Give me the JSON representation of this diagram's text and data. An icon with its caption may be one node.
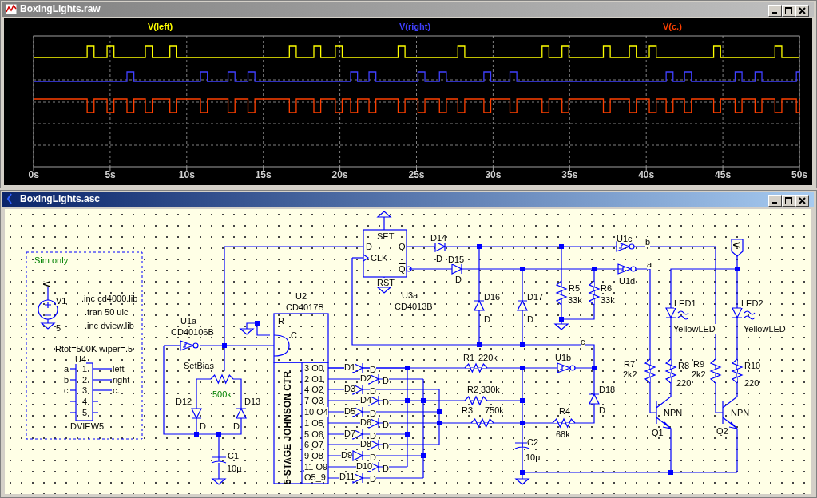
{
  "diagram": {
    "labels": [
      "BoxingLights.raw",
      "V(left)",
      "V(right)",
      "V(c.)",
      "0s",
      "5s",
      "10s",
      "15s",
      "20s",
      "25s",
      "30s",
      "35s",
      "40s",
      "45s",
      "50s",
      "BoxingLights.asc",
      "Sim only",
      "V",
      "V1",
      ".inc cd4000.lib",
      ".tran 50 uic",
      "5",
      ".inc dview.lib",
      "Rtot=500K wiper=.5",
      "U4",
      "1",
      "2",
      "3",
      "4",
      "5",
      "a",
      "b",
      "c",
      "left",
      "right",
      "c.",
      "DVIEW5",
      "U1a",
      "CD40106B",
      "SetBias",
      "500k",
      "D12",
      "D",
      "D13",
      "D",
      "C1",
      "10µ",
      "U2",
      "CD4017B",
      "R",
      "C",
      "5-STAGE JOHNSON CTR",
      "3 O0",
      "2 O1",
      "4 O2",
      "7 Q3",
      "10 O4",
      "1 O5",
      "5 O6",
      "6 O7",
      "9 O8",
      "11 O9",
      "O5_9",
      "D1",
      "D",
      "D2",
      "D",
      "D3",
      "D",
      "D4",
      "D",
      "D5",
      "D",
      "D6",
      "D",
      "D7",
      "D",
      "D8",
      "D",
      "D9",
      "D",
      "D10",
      "D",
      "D11",
      "D",
      "SET",
      "D",
      "CLK",
      "Q",
      "Q",
      "RST",
      "U3a",
      "CD4013B",
      "D14",
      "D",
      "D15",
      "D",
      "D16",
      "D",
      "D17",
      "D",
      "R5",
      "33k",
      "R6",
      "33k",
      "U1c",
      "b",
      "U1d",
      "a",
      "V",
      "c",
      "R1",
      "220k",
      "U1b",
      "R2",
      "330k",
      "R3",
      "750k",
      "R4",
      "68k",
      "C2",
      "10µ",
      "D18",
      "D",
      "LED1",
      "YellowLED",
      "LED2",
      "YellowLED",
      "R7",
      "2k2",
      "R8",
      "220",
      "R9",
      "2k2",
      "R10",
      "220",
      "NPN",
      "Q1",
      "NPN",
      "Q2"
    ]
  }
}
